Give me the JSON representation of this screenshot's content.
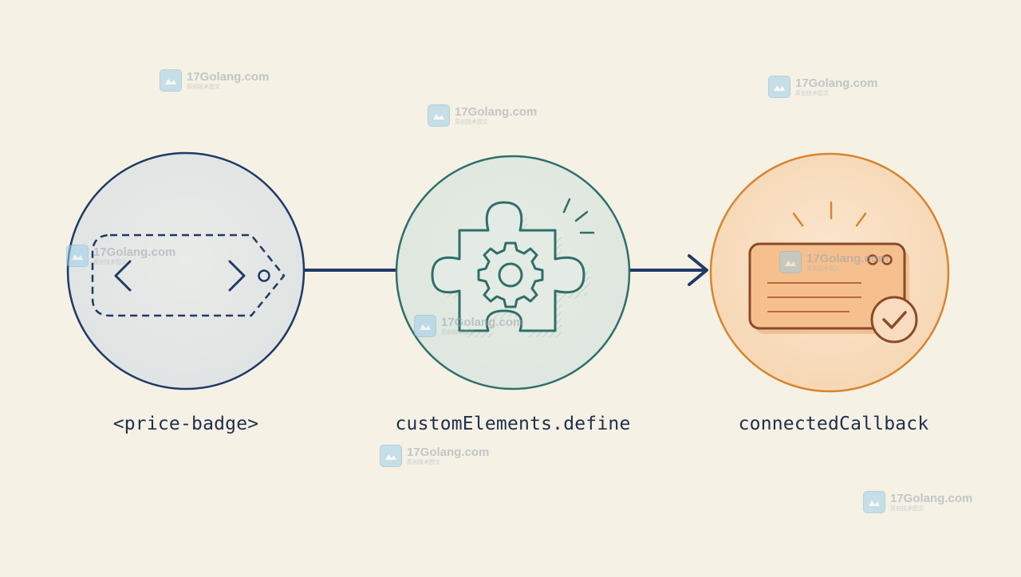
{
  "colors": {
    "background": "#f5f1e5",
    "navy": "#1f3a66",
    "teal": "#2f6f6a",
    "orange": "#d9842f",
    "card_fill": "#f6c08e",
    "card_stroke": "#8a4a28"
  },
  "steps": [
    {
      "label": "<price-badge>",
      "icon": "tag-icon"
    },
    {
      "label": "customElements.define",
      "icon": "puzzle-gear-icon"
    },
    {
      "label": "connectedCallback",
      "icon": "card-check-icon"
    }
  ],
  "watermark": {
    "name": "17Golang.com",
    "sub": "原创技术图文"
  }
}
